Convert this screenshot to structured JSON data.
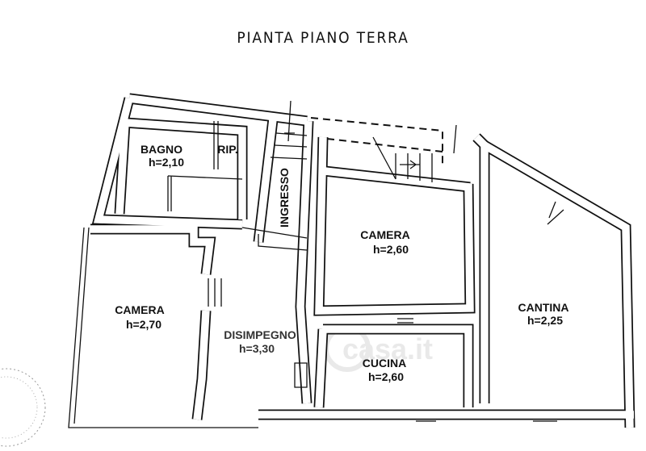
{
  "title": "PIANTA PIANO TERRA",
  "rooms": [
    {
      "name": "BAGNO",
      "height": "h=2,10"
    },
    {
      "name": "RIP."
    },
    {
      "name": "INGRESSO"
    },
    {
      "name": "CAMERA",
      "height": "h=2,60"
    },
    {
      "name": "CAMERA",
      "height": "h=2,70"
    },
    {
      "name": "DISIMPEGNO",
      "height": "h=3,30"
    },
    {
      "name": "CUCINA",
      "height": "h=2,60"
    },
    {
      "name": "CANTINA",
      "height": "h=2,25"
    }
  ],
  "watermark": "casa.it"
}
